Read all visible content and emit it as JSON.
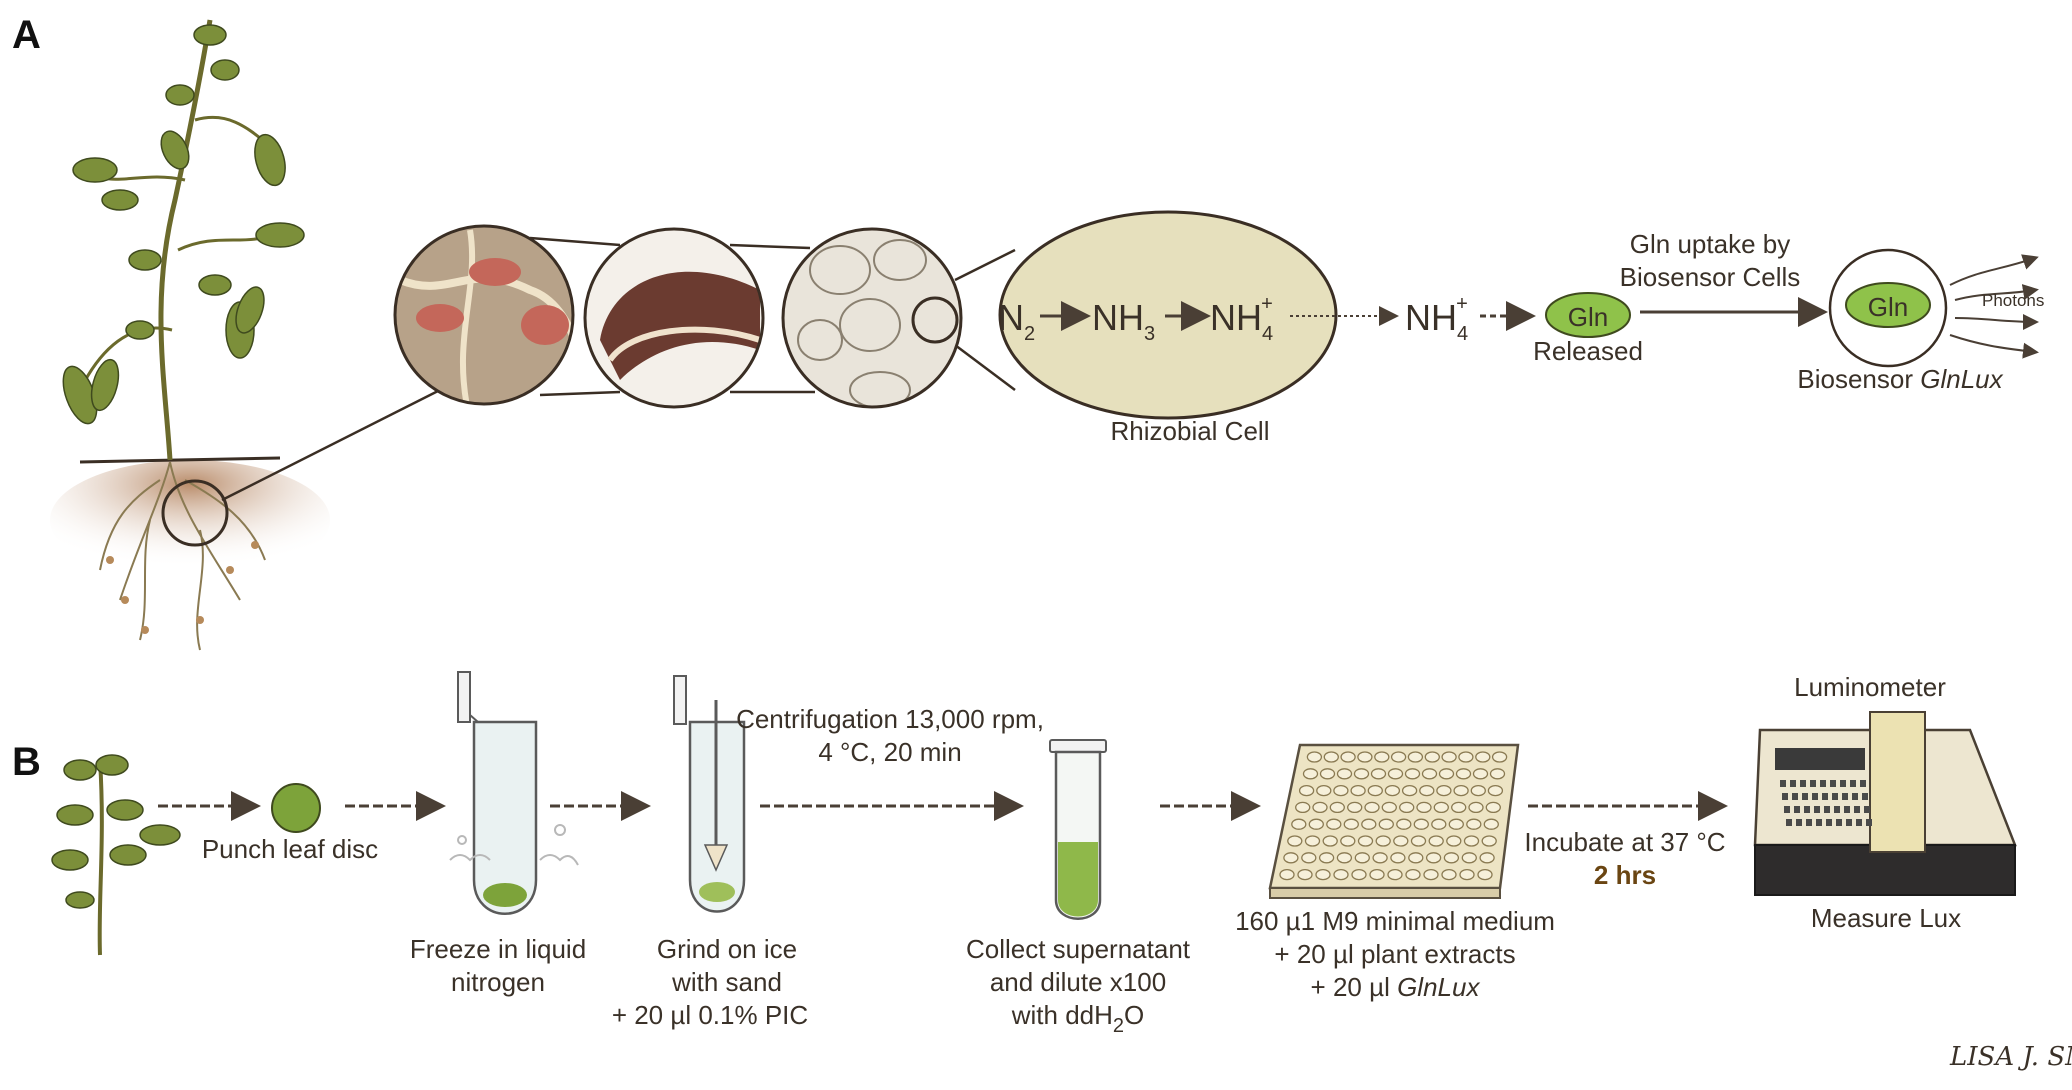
{
  "panel_a": {
    "letter": "A",
    "chem": {
      "n": "N",
      "n_sub": "2",
      "nh3": "NH",
      "nh3_sub": "3",
      "nh4": "NH",
      "nh4_sub": "4",
      "nh4_sup": "+",
      "nh4b": "NH",
      "nh4b_sub": "4",
      "nh4b_sup": "+"
    },
    "rhizobial_cell": "Rhizobial Cell",
    "gln": "Gln",
    "released": "Released",
    "uptake_line1": "Gln uptake by",
    "uptake_line2": "Biosensor Cells",
    "photons": "Photons",
    "biosensor": "Biosensor",
    "biosensor_italic": "GlnLux"
  },
  "panel_b": {
    "letter": "B",
    "punch": "Punch leaf disc",
    "freeze_line1": "Freeze in liquid",
    "freeze_line2": "nitrogen",
    "grind_line1": "Grind on ice",
    "grind_line2": "with sand",
    "grind_line3": "+ 20 µl 0.1% PIC",
    "centri_line1": "Centrifugation 13,000 rpm,",
    "centri_line2": "4 °C, 20 min",
    "collect_line1": "Collect supernatant",
    "collect_line2": "and dilute x100",
    "collect_line3": "with ddH",
    "collect_sub": "2",
    "collect_tail": "O",
    "medium_line1": "160 µ1 M9 minimal medium",
    "medium_line2": "+ 20 µl plant extracts",
    "medium_line3": "+ 20 µl",
    "medium_italic": "GlnLux",
    "incubate": "Incubate at 37 °C",
    "hours": "2 hrs",
    "luminometer": "Luminometer",
    "measure": "Measure Lux"
  },
  "signature": "LISA J. SMITH",
  "colors": {
    "text": "#3a3128",
    "arrow": "#4a3f35",
    "gln_green": "#8fc24a",
    "cell_fill": "#e6e0bd",
    "leaf_green": "#7c8f3a",
    "soil": "#c9a98a",
    "accent_brown": "#6a4512"
  }
}
